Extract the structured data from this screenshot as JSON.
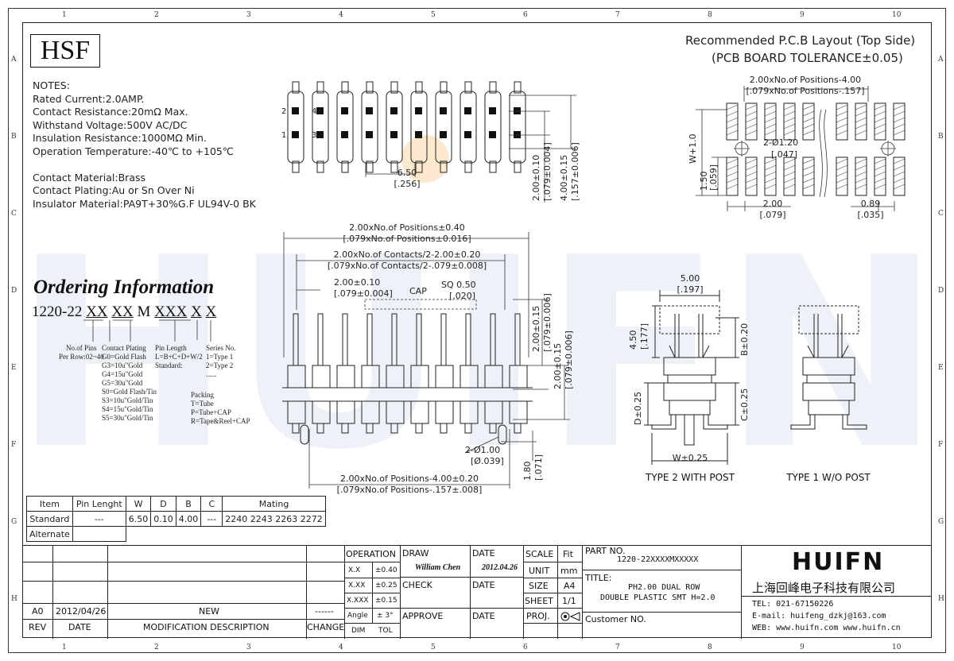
{
  "zones": {
    "columns": [
      "1",
      "2",
      "3",
      "4",
      "5",
      "6",
      "7",
      "8",
      "9",
      "10"
    ],
    "rows": [
      "A",
      "B",
      "C",
      "D",
      "E",
      "F",
      "G",
      "H"
    ]
  },
  "logo": "HSF",
  "watermark": "HUIFN",
  "notes": {
    "heading": "NOTES:",
    "lines": [
      "Rated Current:2.0AMP.",
      "Contact Resistance:20mΩ Max.",
      "Withstand Voltage:500V AC/DC",
      "Insulation Resistance:1000MΩ Min.",
      "Operation Temperature:-40℃ to +105℃"
    ],
    "material_lines": [
      "Contact Material:Brass",
      "Contact Plating:Au or Sn Over Ni",
      "Insulator Material:PA9T+30%G.F UL94V-0 BK"
    ]
  },
  "ordering": {
    "title": "Ordering Information",
    "code_prefix": "1220-22",
    "code_parts": [
      "XX",
      "XX",
      "M",
      "XXX",
      "X",
      "X"
    ],
    "pins_label": [
      "No.of Pins",
      "Per Row:02~40"
    ],
    "plating": [
      "Contact Plating",
      "G0=Gold Flash",
      "G3=10u\"Gold",
      "G4=15u\"Gold",
      "G5=30u\"Gold",
      "S0=Gold Flash/Tin",
      "S3=10u\"Gold/Tin",
      "S4=15u\"Gold/Tin",
      "S5=30u\"Gold/Tin"
    ],
    "pin_length": [
      "Pin Length",
      "L=B+C+D+W/2",
      "Standard:"
    ],
    "series": [
      "Series No.",
      "1=Type 1",
      "2=Type 2",
      "......"
    ],
    "packing": [
      "Packing",
      "T=Tube",
      "P=Tube+CAP",
      "R=Tape&Reel+CAP"
    ]
  },
  "pcb": {
    "title": "Recommended P.C.B Layout (Top Side)",
    "subtitle": "(PCB BOARD TOLERANCE±0.05)",
    "dim_top": [
      "2.00xNo.of Positions-4.00",
      "[.079xNo.of Positions-.157]"
    ],
    "dim_hole": [
      "2-Ø1.20",
      "[.047]"
    ],
    "dim_w": "W+1.0",
    "dim_150": [
      "1.50",
      "[.059]"
    ],
    "dim_200": [
      "2.00",
      "[.079]"
    ],
    "dim_089": [
      "0.89",
      "[.035]"
    ]
  },
  "top_view": {
    "pin_labels": [
      "2",
      "4",
      "1",
      "3"
    ],
    "dim_650": [
      "6.50",
      "[.256]"
    ],
    "dim_v1": [
      "2.00±0.10",
      "[.079±0.004]"
    ],
    "dim_v2": [
      "4.00±0.15",
      "[.157±0.006]"
    ]
  },
  "front_view": {
    "d1": [
      "2.00xNo.of Positions±0.40",
      "[.079xNo.of Positions±0.016]"
    ],
    "d2": [
      "2.00xNo.of Contacts/2-2.00±0.20",
      "[.079xNo.of Contacts/2-.079±0.008]"
    ],
    "d3": [
      "2.00±0.10",
      "[.079±0.004]"
    ],
    "cap": "CAP",
    "sq": [
      "SQ 0.50",
      "[.020]"
    ],
    "v1": [
      "2.00±0.15",
      "[.079±0.006]"
    ],
    "v2": [
      "2.00±0.15",
      "[.079±0.006]"
    ],
    "hole": [
      "2-Ø1.00",
      "[Ø.039]"
    ],
    "post": [
      "1.80",
      "[.071]"
    ],
    "bottom": [
      "2.00xNo.of Positions-4.00±0.20",
      "[.079xNo.of Positions-.157±.008]"
    ]
  },
  "side_views": {
    "d500": [
      "5.00",
      "[.197]"
    ],
    "d450": [
      "4.50",
      "[.177]"
    ],
    "b": "B±0.20",
    "c": "C±0.25",
    "d": "D±0.25",
    "w": "W±0.25",
    "type2": "TYPE 2 WITH POST",
    "type1": "TYPE 1 W/O POST"
  },
  "mating_table": {
    "headers": [
      "Item",
      "Pin Lenght",
      "W",
      "D",
      "B",
      "C",
      "Mating"
    ],
    "rows": [
      [
        "Standard",
        "---",
        "6.50",
        "0.10",
        "4.00",
        "---",
        "2240 2243 2263 2272"
      ],
      [
        "Alternate",
        "",
        "",
        "",
        "",
        "",
        ""
      ]
    ]
  },
  "title_block": {
    "rev_row": [
      "A0",
      "2012/04/26",
      "NEW",
      "------"
    ],
    "rev_headers": [
      "REV",
      "DATE",
      "MODIFICATION DESCRIPTION",
      "CHANGE"
    ],
    "operation": "OPERATION",
    "dim": "DIM",
    "tol": "TOL",
    "tolerances": [
      [
        "X.X",
        "±0.40"
      ],
      [
        "X.XX",
        "±0.25"
      ],
      [
        "X.XXX",
        "±0.15"
      ],
      [
        "Angle",
        "± 3°"
      ]
    ],
    "draw": "DRAW",
    "drawer": "William Chen",
    "date_label": "DATE",
    "draw_date": "2012.04.26",
    "check": "CHECK",
    "approve": "APPROVE",
    "scale": "SCALE",
    "scale_val": "Fit",
    "unit": "UNIT",
    "unit_val": "mm",
    "size": "SIZE",
    "size_val": "A4",
    "sheet": "SHEET",
    "sheet_val": "1/1",
    "proj": "PROJ.",
    "part_no_label": "PART NO.",
    "part_no": "1220-22XXXXMXXXXX",
    "title_label": "TITLE:",
    "title_lines": [
      "PH2.00 DUAL ROW",
      "DOUBLE PLASTIC SMT H=2.0"
    ],
    "customer": "Customer NO.",
    "company_logo": "HUIFN",
    "company_cn": "上海回峰电子科技有限公司",
    "tel": "TEL: 021-67150226",
    "email": "E-mail: huifeng_dzkj@163.com",
    "web": "WEB: www.huifn.com   www.huifn.cn"
  }
}
